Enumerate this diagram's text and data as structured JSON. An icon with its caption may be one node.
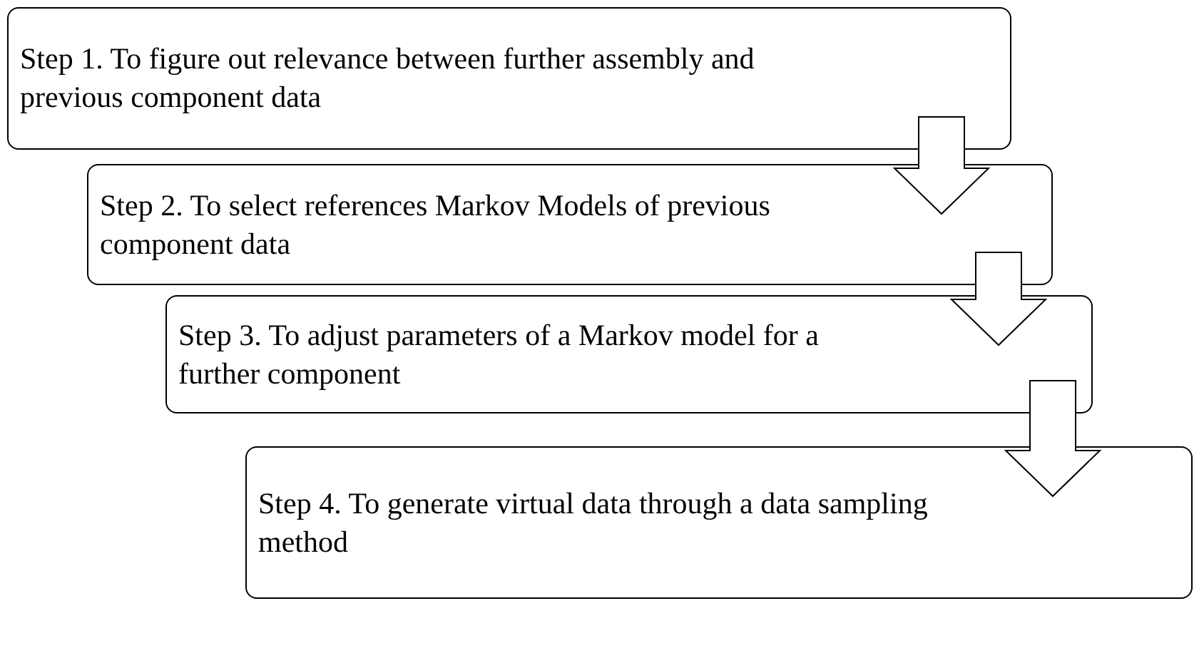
{
  "diagram": {
    "nodes": [
      {
        "text": [
          "Step 1. To figure out relevance between further assembly and previous component data"
        ]
      },
      {
        "text": [
          "Step 2. To select references Markov Models of previous component data"
        ]
      },
      {
        "text": [
          "Step 3. To adjust parameters of a Markov model for a further component"
        ]
      },
      {
        "text": [
          "Step 4. To generate virtual data through a data sampling method"
        ]
      }
    ],
    "edges": [
      {
        "from": 0,
        "to": 1,
        "arrow": "to"
      },
      {
        "from": 1,
        "to": 2,
        "arrow": "to"
      },
      {
        "from": 2,
        "to": 3,
        "arrow": "to"
      }
    ]
  }
}
